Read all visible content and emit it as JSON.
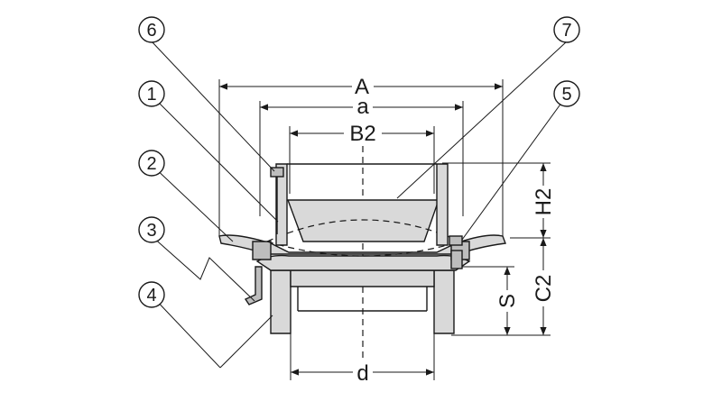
{
  "dimensions": {
    "A": "A",
    "a": "a",
    "B2": "B2",
    "d": "d",
    "H2": "H2",
    "C2": "C2",
    "S": "S"
  },
  "callouts": [
    "6",
    "1",
    "2",
    "3",
    "4",
    "7",
    "5"
  ]
}
